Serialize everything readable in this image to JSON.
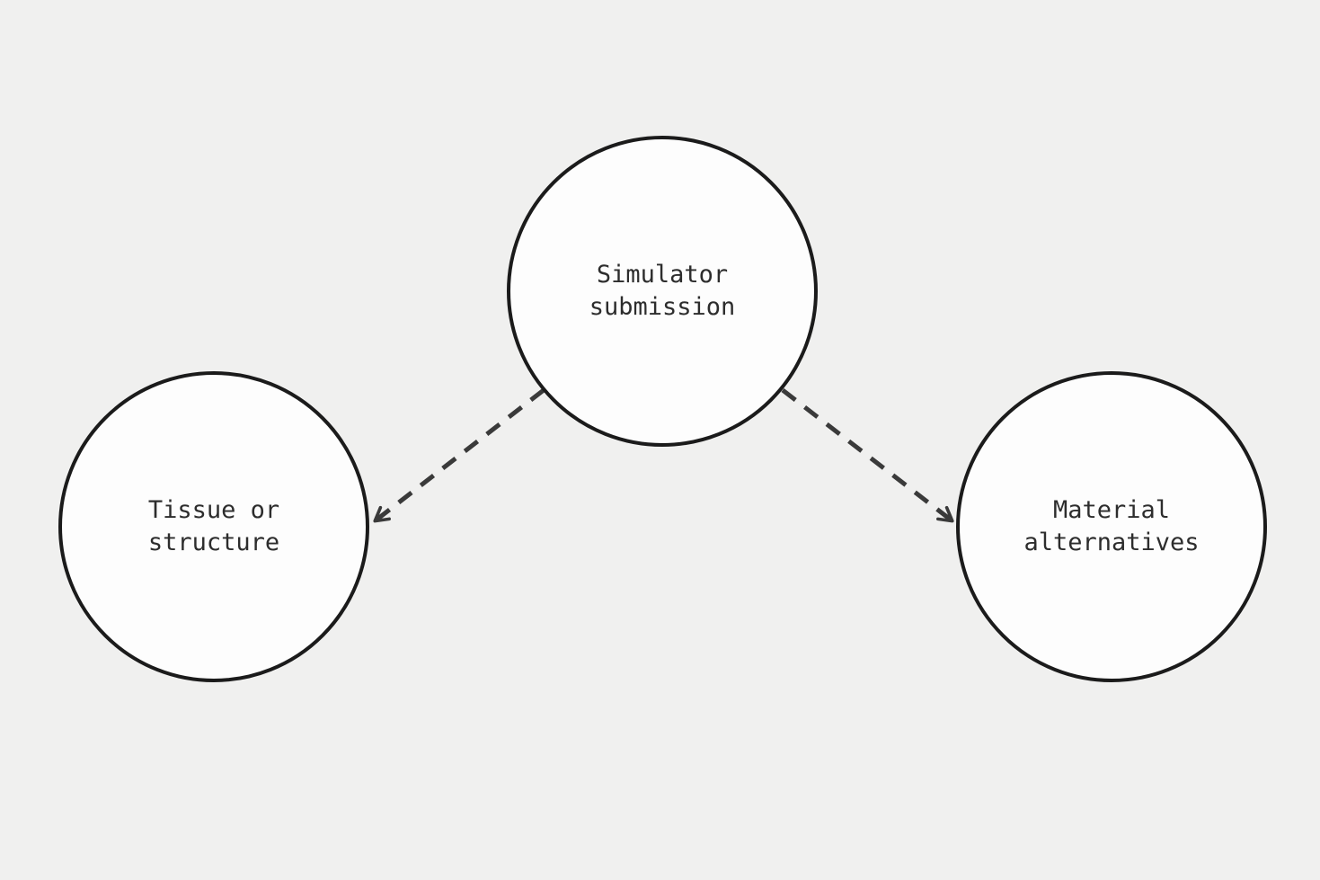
{
  "colors": {
    "background": "#f0f0ef",
    "node_fill": "#fdfdfd",
    "node_stroke": "#1b1b1b",
    "edge_color": "#3a3a3a",
    "text_color": "#2d2d2d"
  },
  "diagram": {
    "nodes": [
      {
        "id": "simulator-submission",
        "lines": [
          "Simulator",
          "submission"
        ]
      },
      {
        "id": "tissue-or-structure",
        "lines": [
          "Tissue or",
          "structure"
        ]
      },
      {
        "id": "material-alternatives",
        "lines": [
          "Material",
          "alternatives"
        ]
      }
    ],
    "edges": [
      {
        "from": "simulator-submission",
        "to": "tissue-or-structure",
        "style": "dashed",
        "arrow": "end"
      },
      {
        "from": "simulator-submission",
        "to": "material-alternatives",
        "style": "dashed",
        "arrow": "end"
      }
    ]
  }
}
